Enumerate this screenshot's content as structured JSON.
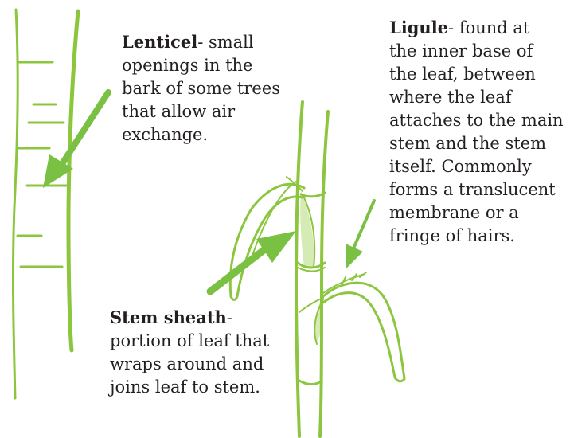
{
  "labels": {
    "lenticel": {
      "term": "Lenticel",
      "text": "- small\nopenings in the\nbark of some trees\nthat allow air\nexchange."
    },
    "ligule": {
      "term": "Ligule",
      "text": "- found at\nthe inner base of\nthe leaf, between\nwhere the leaf\nattaches to the main\nstem and the stem\nitself. Commonly\nforms a translucent\nmembrane or a\nfringe of hairs."
    },
    "stem_sheath": {
      "term": "Stem sheath",
      "text": "-\nportion of leaf that\nwraps around and\njoins leaf to stem."
    }
  },
  "colors": {
    "stroke": "#8cc63f",
    "arrow": "#7ac143",
    "fill": "#d6eab5",
    "text": "#231f20"
  }
}
